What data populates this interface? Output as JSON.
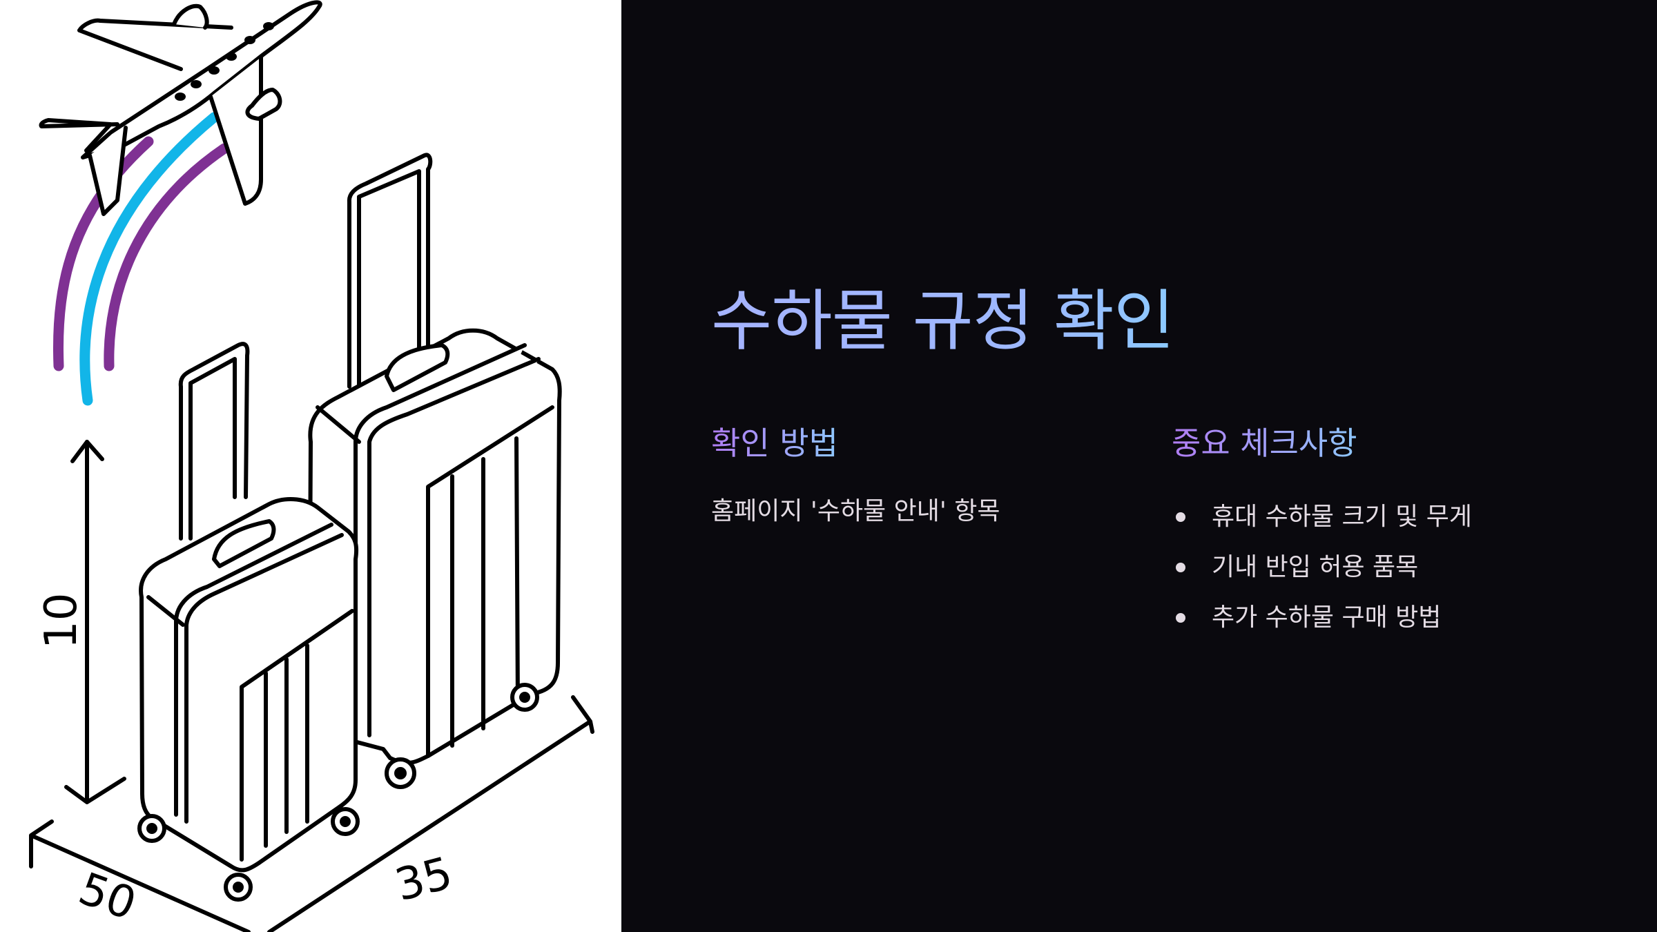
{
  "slide": {
    "title": "수하물 규정 확인",
    "colors": {
      "background": "#0a090e",
      "illustration_background": "#ffffff",
      "title_gradient": [
        "#a6b4ff",
        "#8ccaff"
      ],
      "subheading_gradient": [
        "#b07cf2",
        "#8ec8ff"
      ],
      "body_text": "#e4dce4",
      "trail_purple": "#7f3193",
      "trail_blue": "#12b5e8"
    },
    "sections": [
      {
        "heading": "확인 방법",
        "body": "홈페이지 '수하물 안내' 항목"
      },
      {
        "heading": "중요 체크사항",
        "items": [
          "휴대 수하물 크기 및 무게",
          "기내 반입 허용 품목",
          "추가 수하물 구매 방법"
        ]
      }
    ]
  },
  "illustration": {
    "subject": "airplane-and-suitcases",
    "labels": {
      "height": "10",
      "depth": "50",
      "width": "35"
    }
  }
}
